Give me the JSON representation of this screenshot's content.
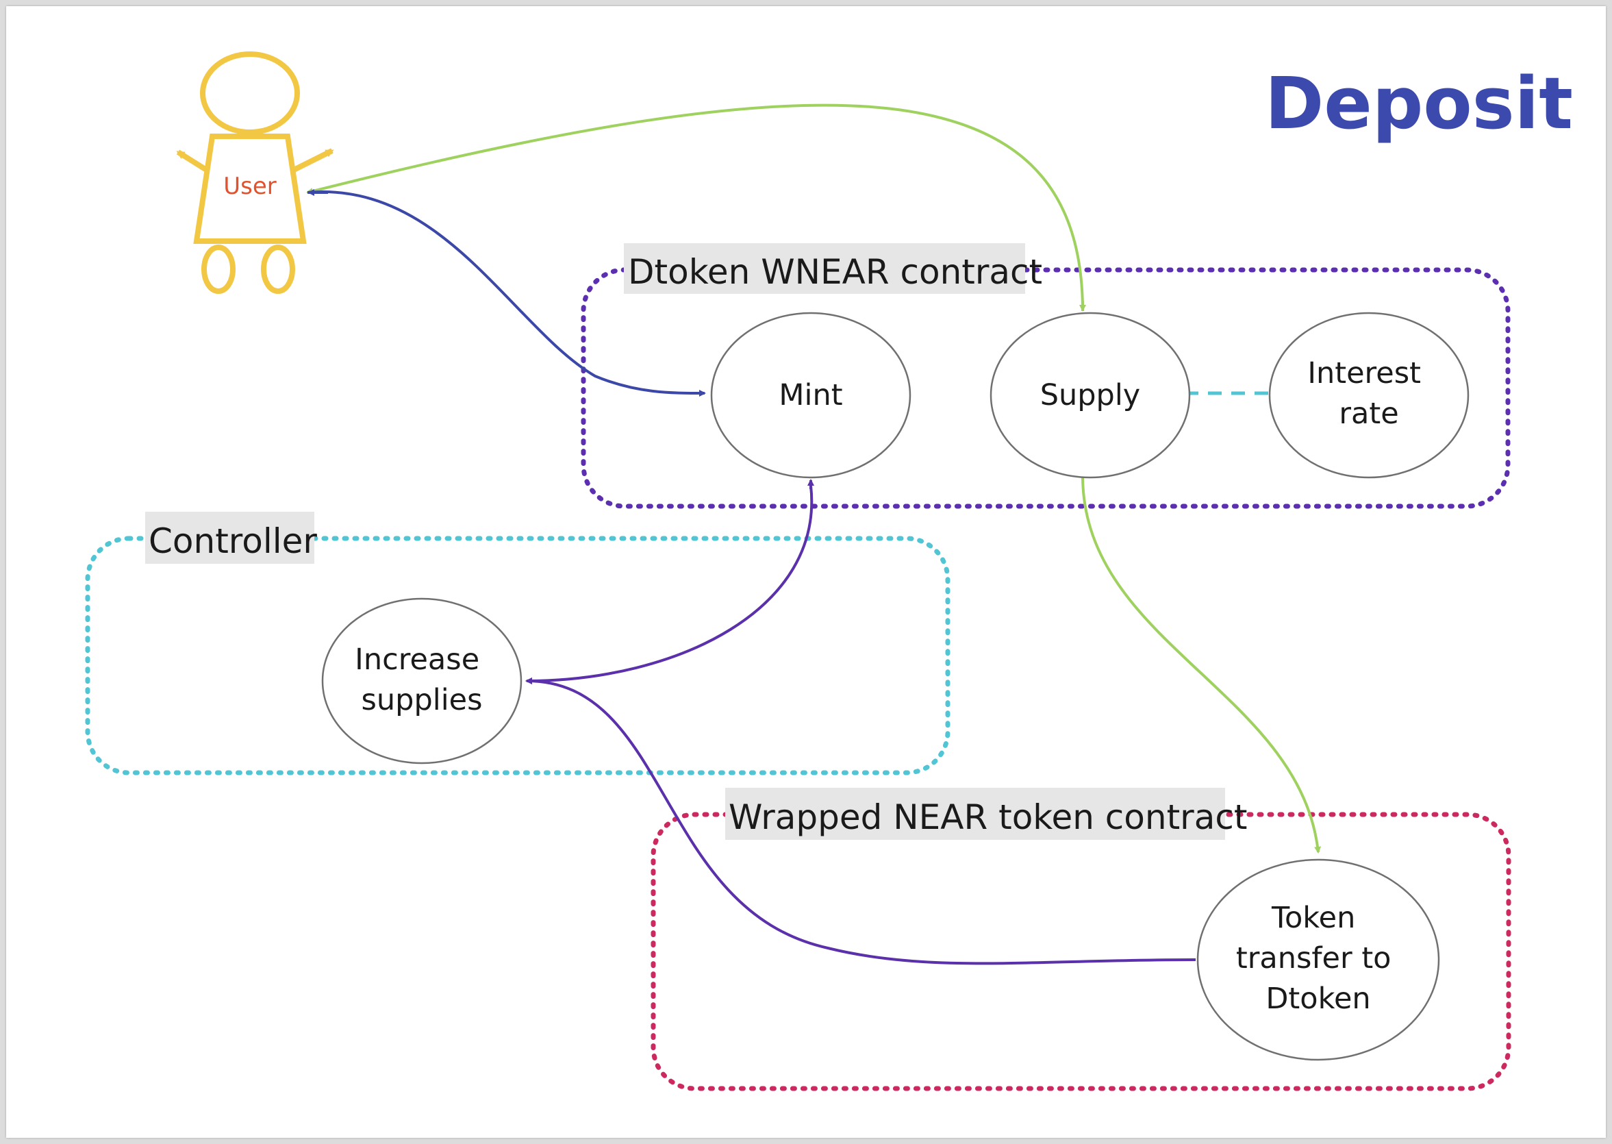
{
  "title": "Deposit",
  "user_label": "User",
  "groups": {
    "dtoken": "Dtoken WNEAR contract",
    "controller": "Controller",
    "wrapped": "Wrapped NEAR token contract"
  },
  "nodes": {
    "mint": [
      "Mint"
    ],
    "supply": [
      "Supply"
    ],
    "interest": [
      "Interest",
      "rate"
    ],
    "increase": [
      "Increase",
      "supplies"
    ],
    "transfer": [
      "Token",
      "transfer to",
      "Dtoken"
    ]
  },
  "colors": {
    "title": "#3d4aad",
    "user": "#f2c744",
    "user_text": "#e0532f",
    "dtoken": "#5b2fb0",
    "controller": "#52c5d4",
    "wrapped": "#cc2a5e",
    "green": "#9fd15f",
    "blue": "#3c48a8",
    "purple": "#5b30ab"
  }
}
